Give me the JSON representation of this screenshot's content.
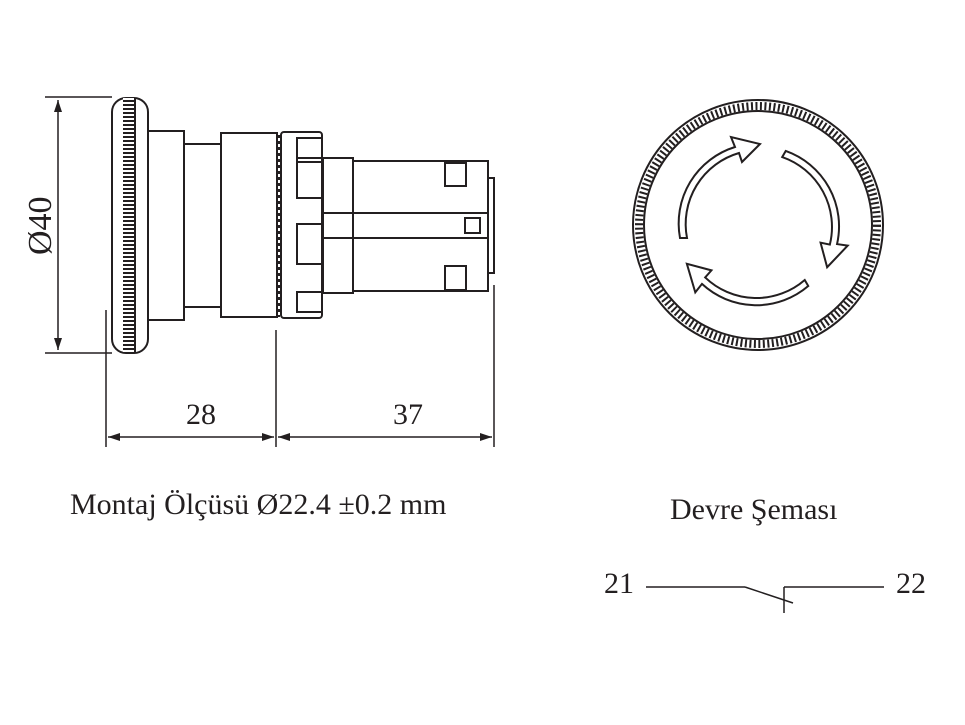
{
  "dimensions": {
    "diameter": "Ø40",
    "depth_front": "28",
    "depth_rear": "37"
  },
  "mounting_label": "Montaj Ölçüsü Ø22.4 ±0.2 mm",
  "circuit": {
    "title": "Devre Şeması",
    "terminal_left": "21",
    "terminal_right": "22"
  }
}
